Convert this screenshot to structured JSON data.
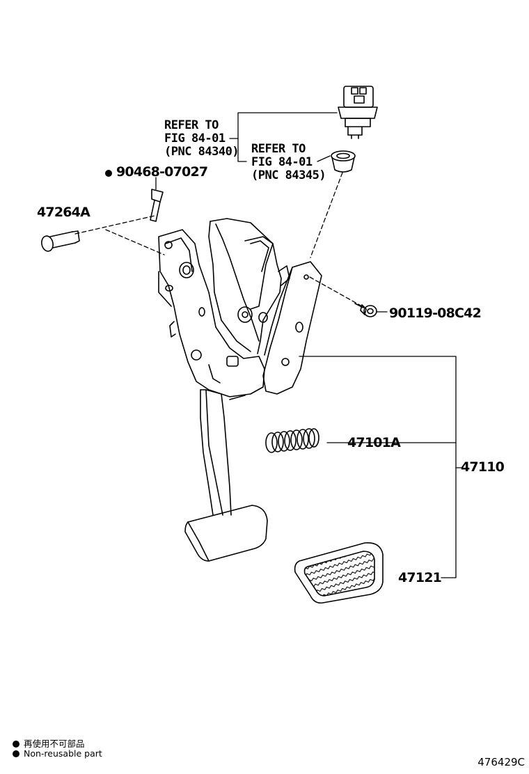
{
  "callouts": {
    "refer_a": [
      "REFER TO",
      "FIG 84-01",
      "(PNC 84340)"
    ],
    "refer_b": [
      "REFER TO",
      "FIG 84-01",
      "(PNC 84345)"
    ]
  },
  "parts": {
    "p90468": "90468-07027",
    "p47264a": "47264A",
    "p90119": "90119-08C42",
    "p47101a": "47101A",
    "p47110": "47110",
    "p47121": "47121"
  },
  "legend": {
    "jp": "再使用不可部品",
    "en": "Non-reusable part"
  },
  "figure_code": "476429C"
}
